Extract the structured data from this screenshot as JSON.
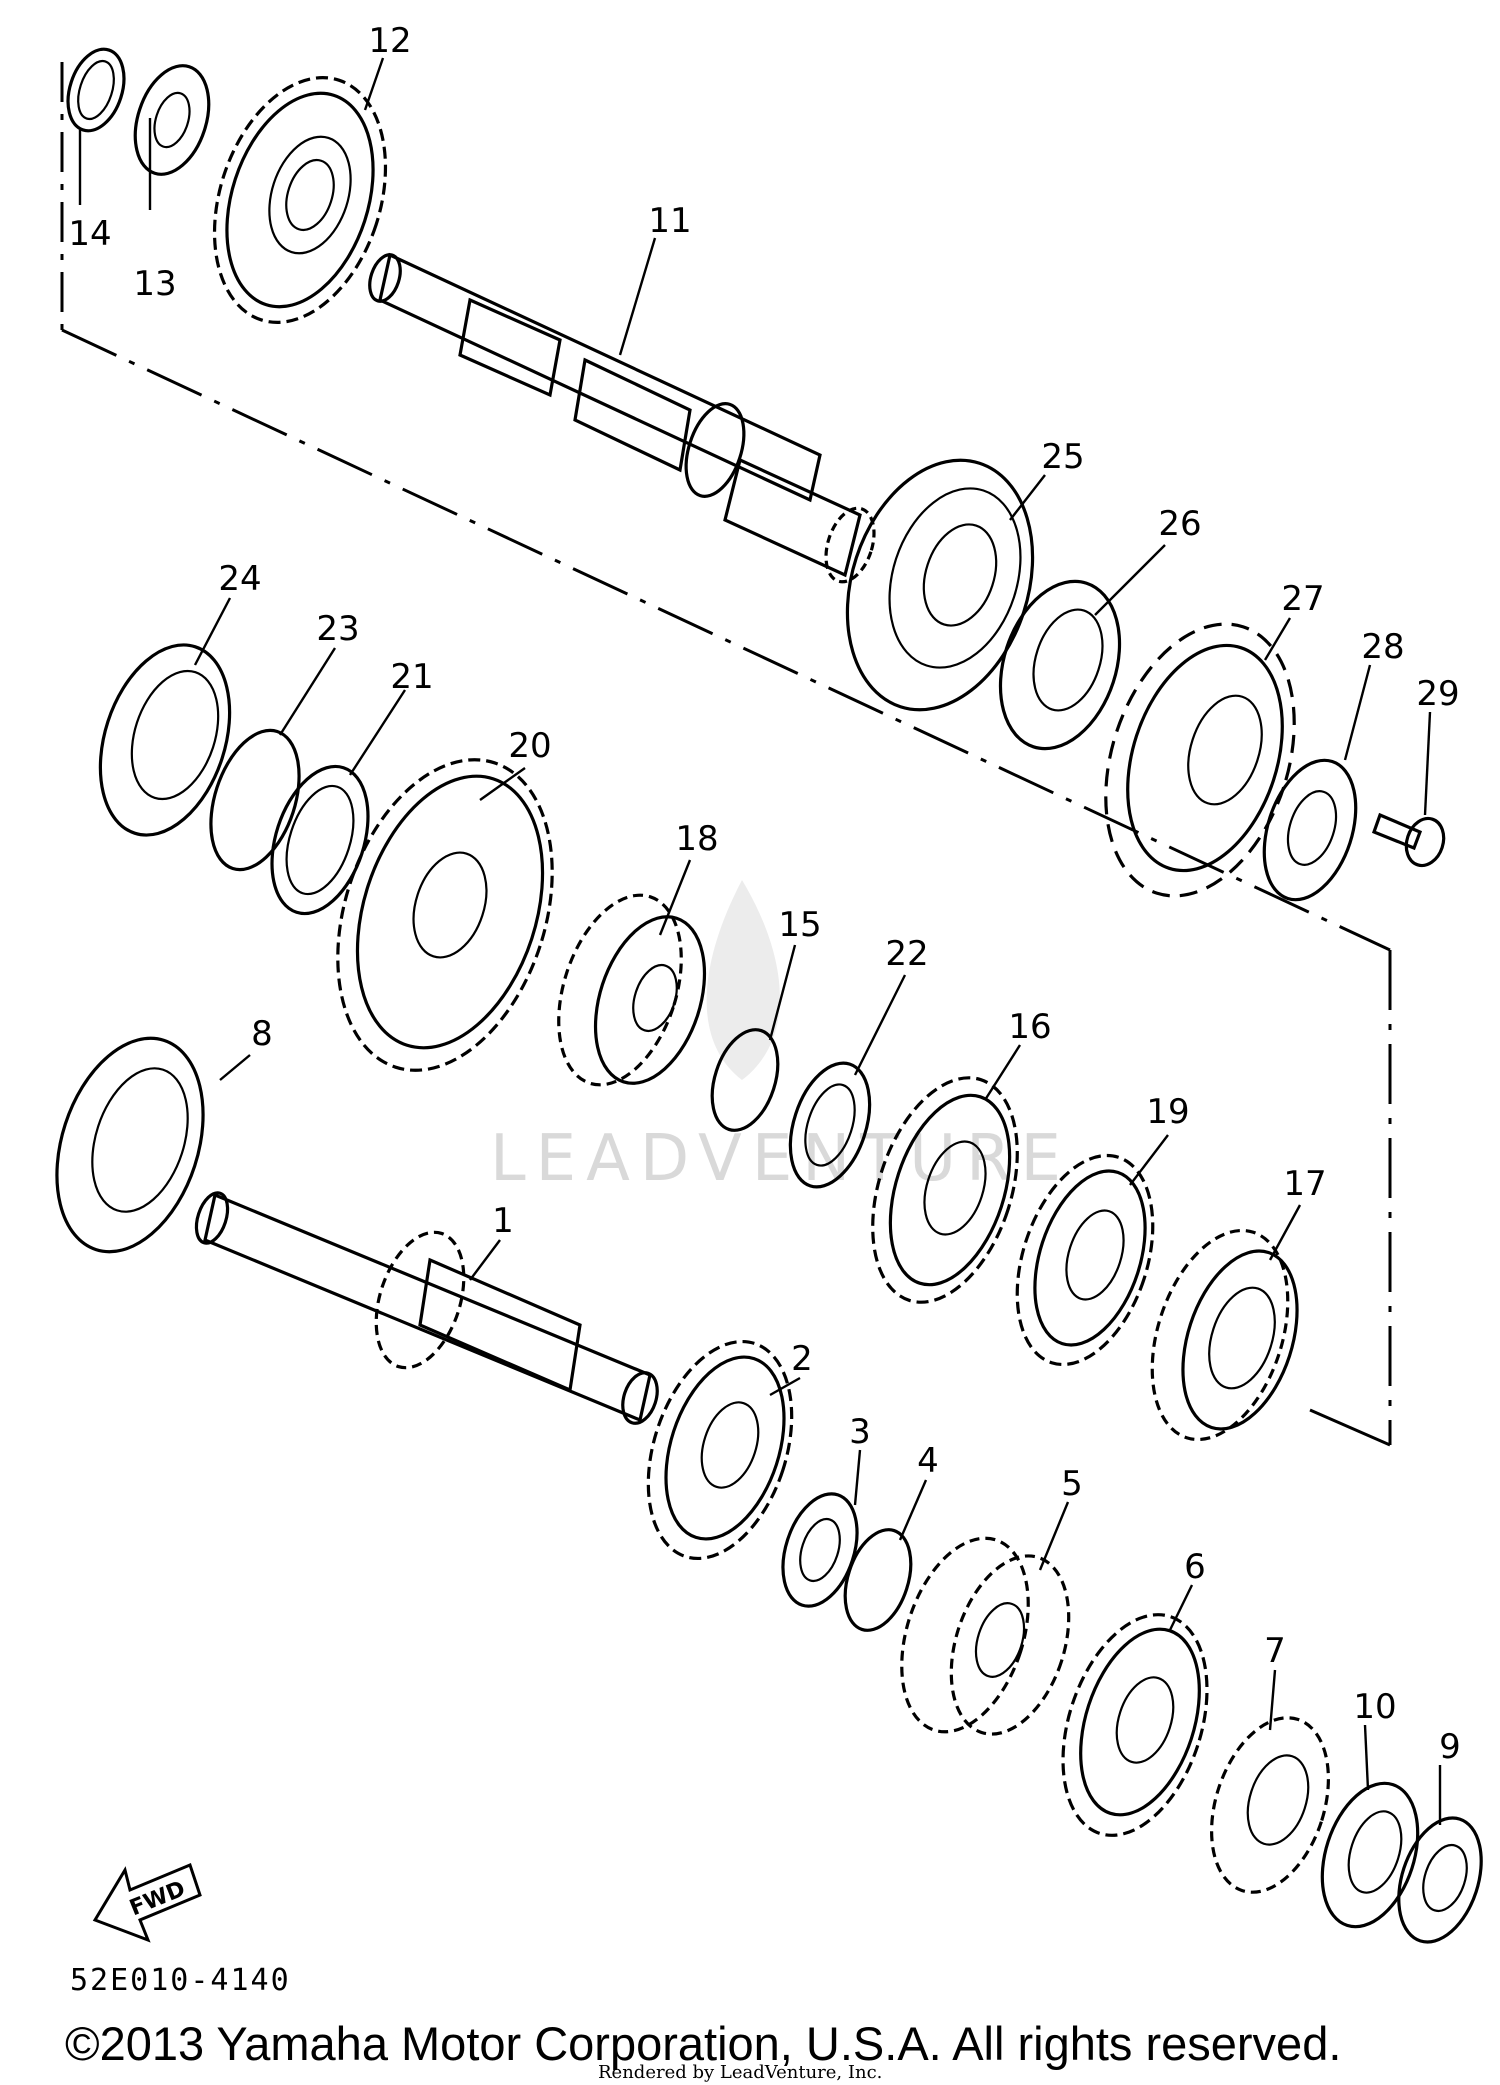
{
  "diagram": {
    "part_numbers": [
      "1",
      "2",
      "3",
      "4",
      "5",
      "6",
      "7",
      "8",
      "9",
      "10",
      "11",
      "12",
      "13",
      "14",
      "15",
      "16",
      "17",
      "18",
      "19",
      "20",
      "21",
      "22",
      "23",
      "24",
      "25",
      "26",
      "27",
      "28",
      "29"
    ],
    "direction_arrow_label": "FWD",
    "diagram_code": "52E010-4140",
    "watermark": "LEADVENTURE",
    "copyright": "©2013 Yamaha Motor Corporation, U.S.A. All rights reserved.",
    "rendered_by": "Rendered by LeadVenture, Inc."
  }
}
